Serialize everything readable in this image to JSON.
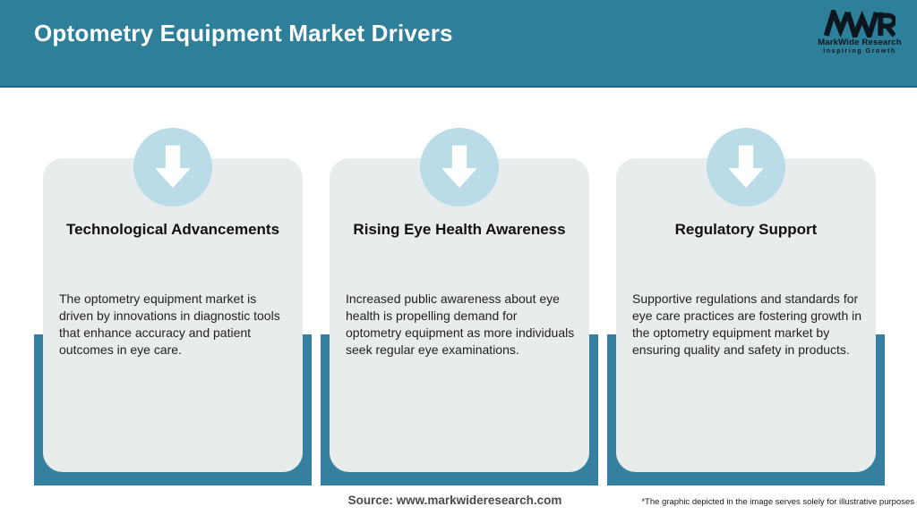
{
  "header": {
    "title": "Optometry Equipment Market Drivers",
    "logo": {
      "acronym": "MWR",
      "name": "MarkWide Research",
      "tagline": "Inspiring Growth"
    }
  },
  "cards": [
    {
      "title": "Technological Advancements",
      "description": "The optometry equipment market is driven by innovations in diagnostic tools that enhance accuracy and patient outcomes in eye care."
    },
    {
      "title": "Rising Eye Health Awareness",
      "description": "Increased public awareness about eye health is propelling demand for optometry equipment as more individuals seek regular eye examinations."
    },
    {
      "title": "Regulatory Support",
      "description": "Supportive regulations and standards for eye care practices are fostering growth in the optometry equipment market by ensuring quality and safety in products."
    }
  ],
  "footer": {
    "source": "Source: www.markwideresearch.com",
    "disclaimer": "*The graphic depicted in the image serves solely for illustrative purposes"
  },
  "colors": {
    "header_teal": "#2E7F99",
    "backing_teal": "#35809E",
    "circle_blue": "#B9DCE8",
    "card_gray": "#E9ECED",
    "text_dark": "#1F1F1F",
    "logo_ink": "#0D161F"
  }
}
